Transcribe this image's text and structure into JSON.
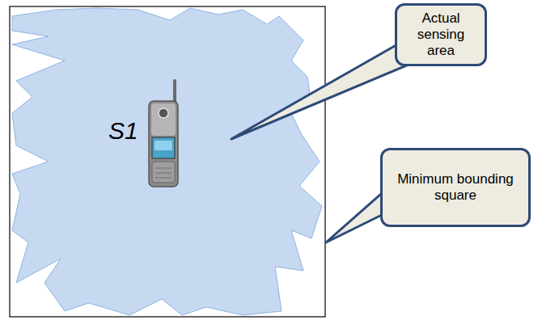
{
  "diagram": {
    "nodes": [
      {
        "text": [
          "Actual sensing area"
        ]
      },
      {
        "text": [
          "Minimum bounding square"
        ]
      }
    ],
    "labels": [
      "S1"
    ]
  }
}
